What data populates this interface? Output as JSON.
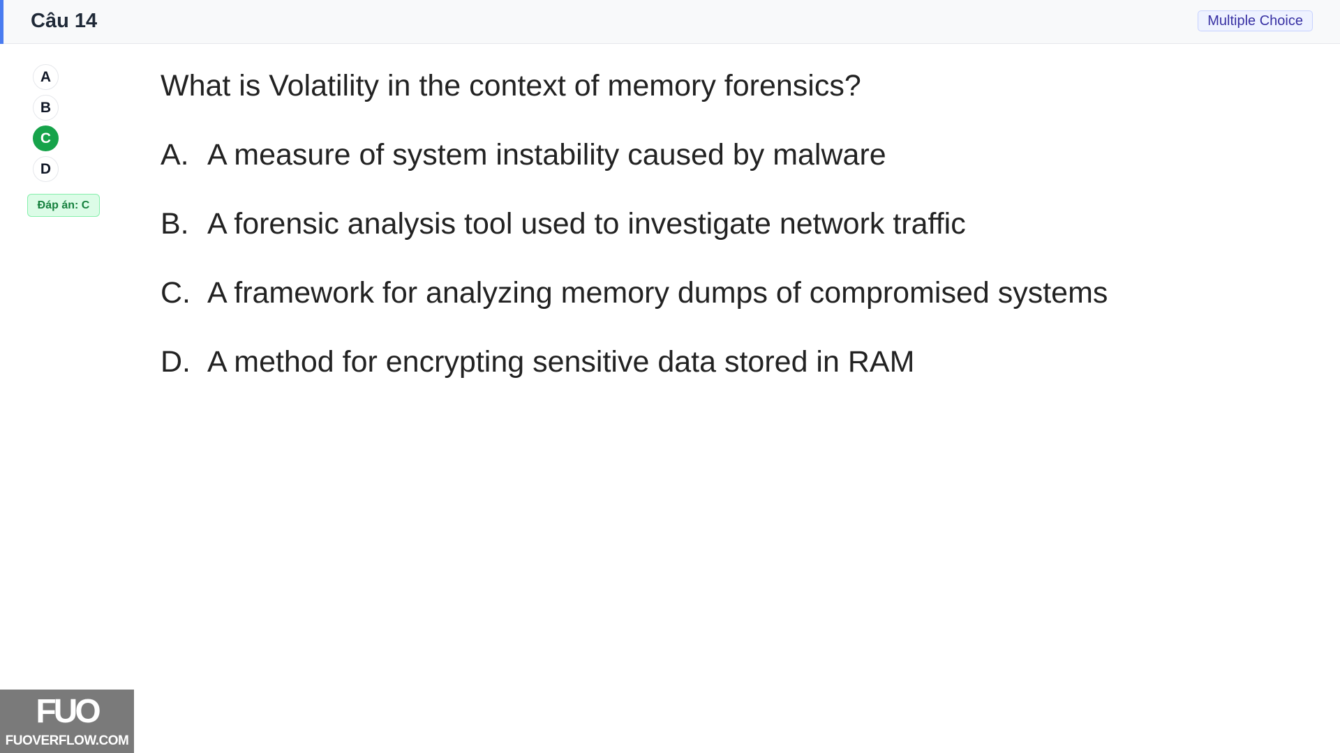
{
  "header": {
    "title": "Câu 14",
    "type_badge": "Multiple Choice",
    "accent_color": "#4a7cf0"
  },
  "sidebar": {
    "options": [
      {
        "label": "A",
        "selected": false
      },
      {
        "label": "B",
        "selected": false
      },
      {
        "label": "C",
        "selected": true
      },
      {
        "label": "D",
        "selected": false
      }
    ],
    "answer_badge": "Đáp án: C",
    "selected_color": "#16a34a"
  },
  "question": {
    "text": "What is Volatility in the context of memory forensics?",
    "answers": [
      {
        "letter": "A.",
        "text": "A measure of system instability caused by malware"
      },
      {
        "letter": "B.",
        "text": "A forensic analysis tool used to investigate network traffic"
      },
      {
        "letter": "C.",
        "text": "A framework for analyzing memory dumps of compromised systems"
      },
      {
        "letter": "D.",
        "text": "A method for encrypting sensitive data stored in RAM"
      }
    ]
  },
  "watermark": {
    "mark": "FUO",
    "text": "FUOVERFLOW.COM"
  }
}
